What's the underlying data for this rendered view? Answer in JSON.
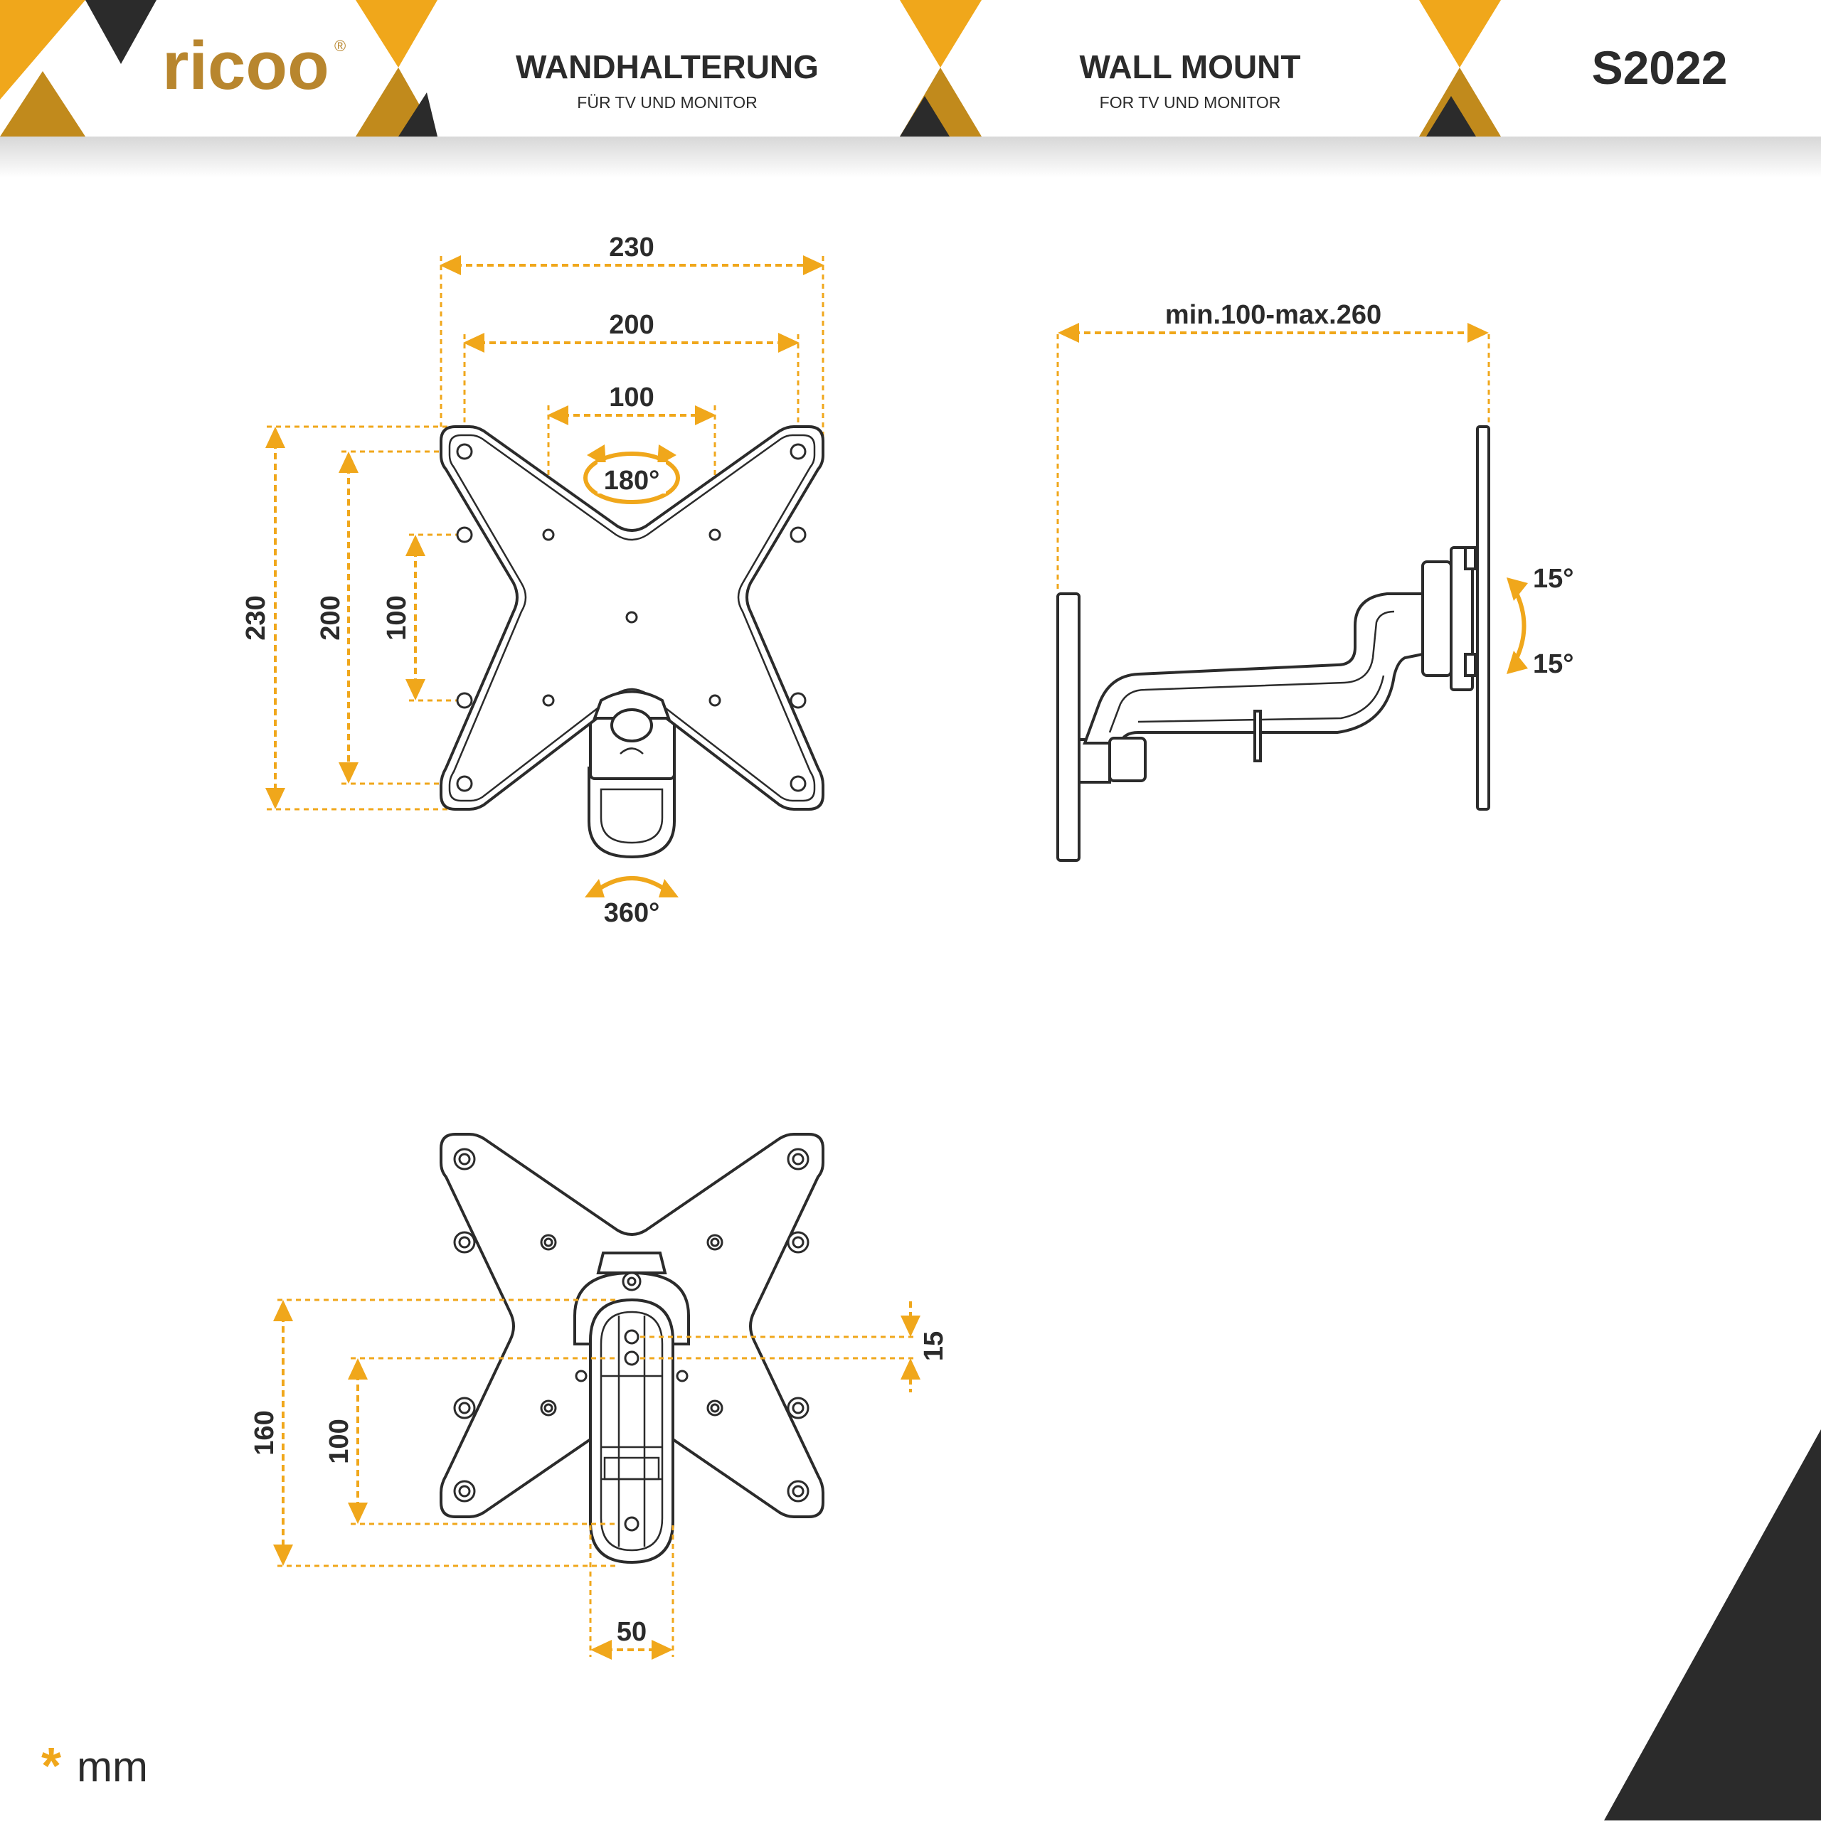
{
  "brand": {
    "logo_text": "ricoo",
    "registered": "®"
  },
  "header": {
    "de_title": "WANDHALTERUNG",
    "de_subtitle": "FÜR TV UND MONITOR",
    "en_title": "WALL MOUNT",
    "en_subtitle": "FOR TV UND MONITOR",
    "model": "S2022"
  },
  "front_view": {
    "width_outer": "230",
    "width_mid": "200",
    "width_inner": "100",
    "height_outer": "230",
    "height_mid": "200",
    "height_inner": "100",
    "rotation_plate": "180°",
    "rotation_swivel": "360°"
  },
  "side_view": {
    "extension": "min.100-max.260",
    "tilt_up": "15°",
    "tilt_down": "15°"
  },
  "back_view": {
    "height_outer": "160",
    "height_inner": "100",
    "offset": "15",
    "width": "50"
  },
  "footer": {
    "asterisk": "*",
    "unit": "mm"
  },
  "colors": {
    "accent": "#f0a71b",
    "accent_dark": "#b8860b",
    "dark": "#2b2b2b"
  }
}
